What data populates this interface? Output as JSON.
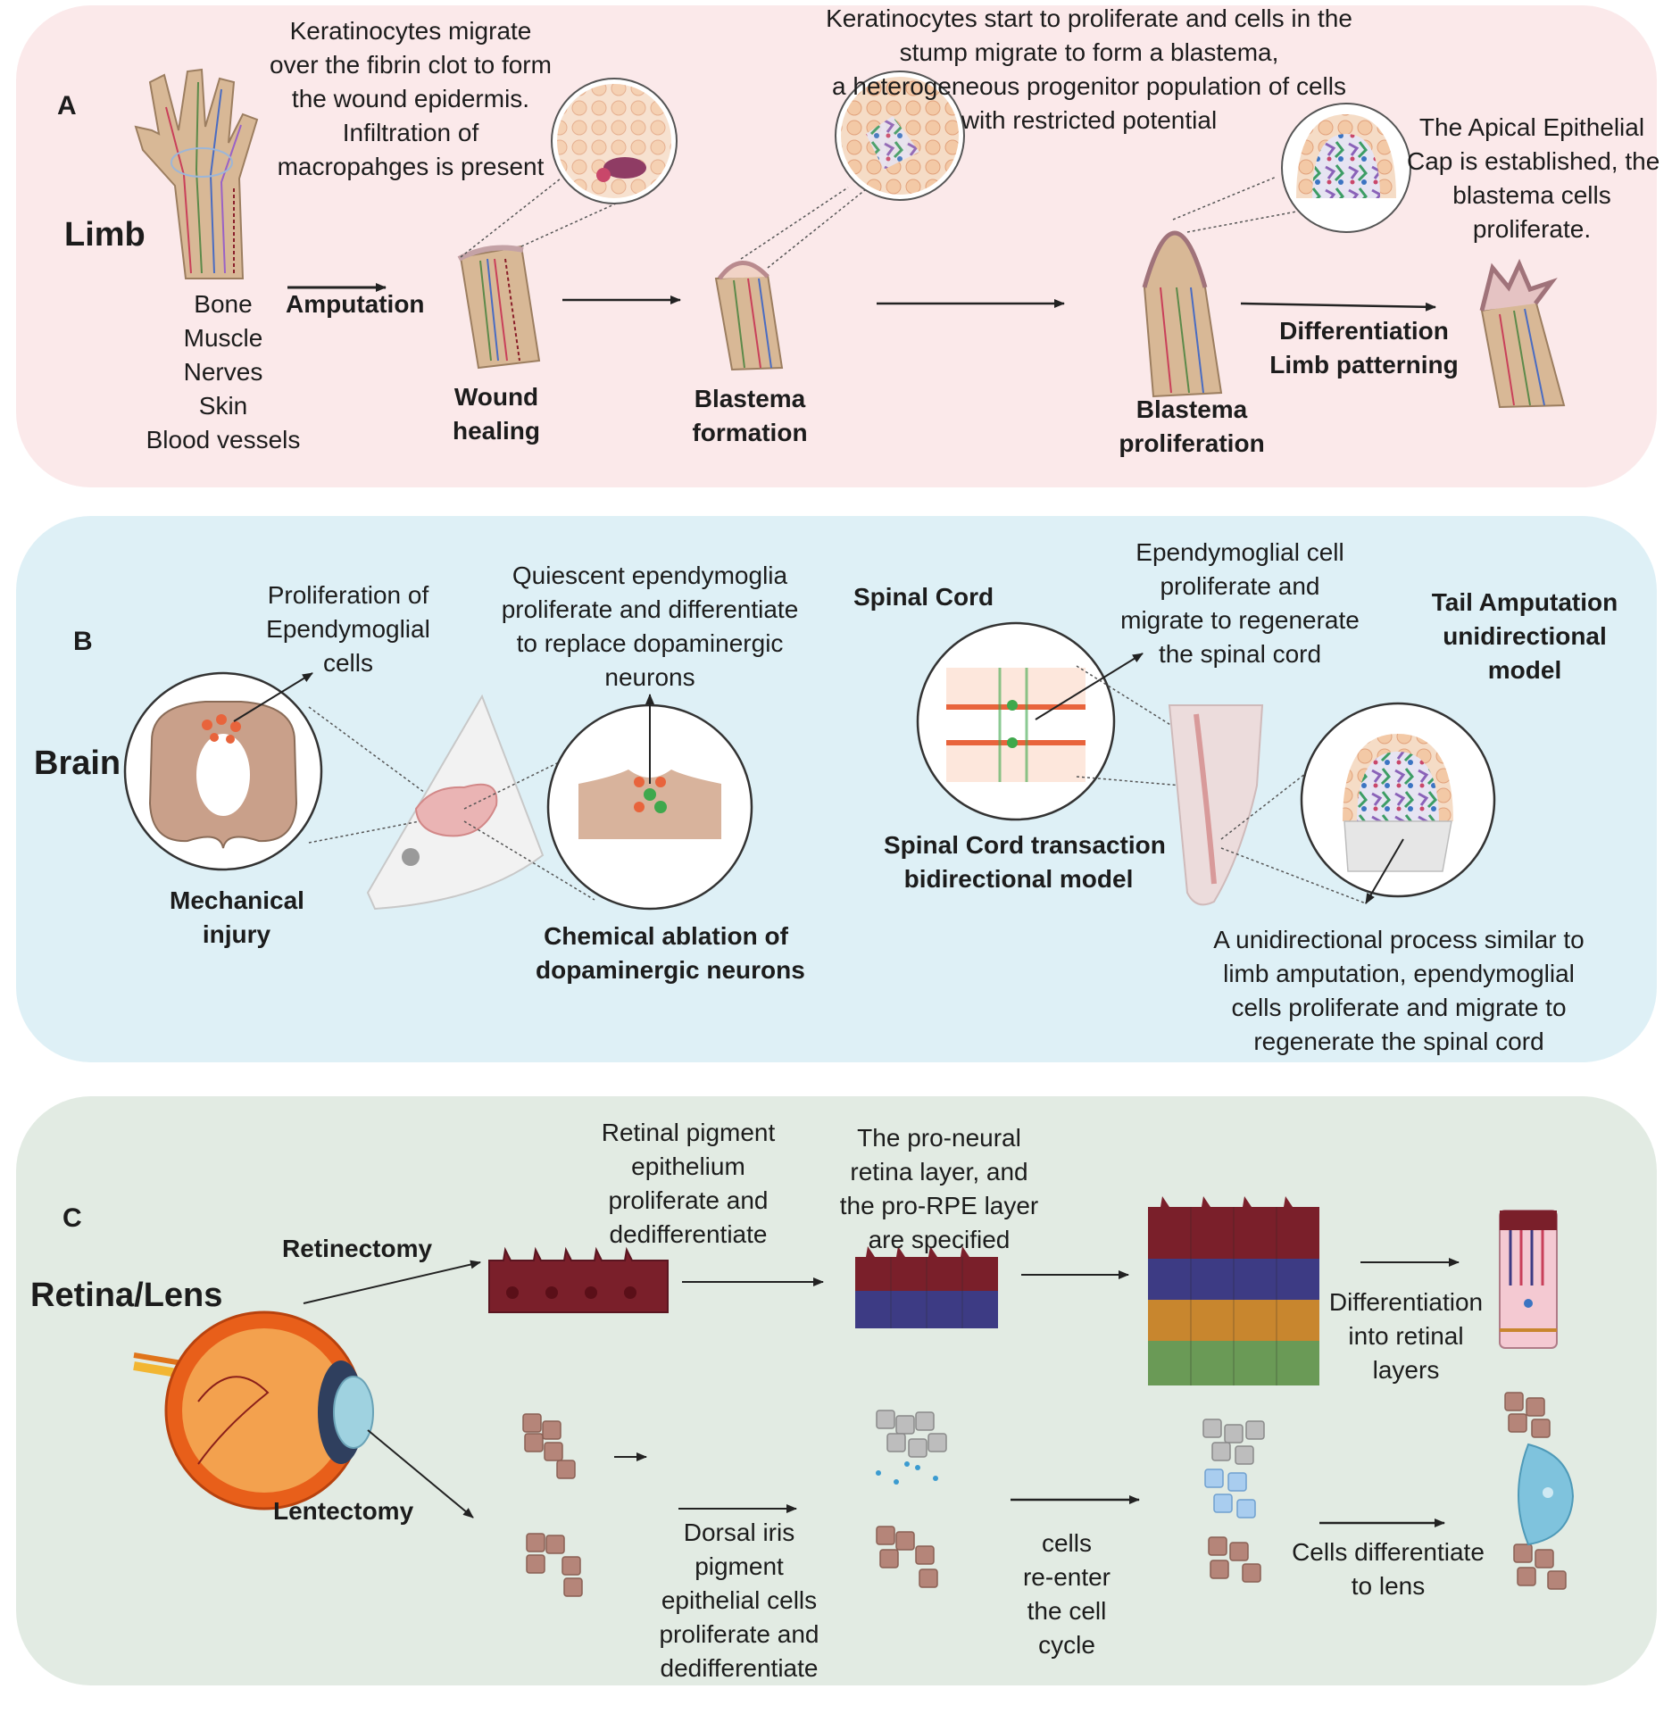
{
  "panel_a": {
    "letter": "A",
    "title": "Limb",
    "tissues": [
      "Bone",
      "Muscle",
      "Nerves",
      "Skin",
      "Blood vessels"
    ],
    "amputation": "Amputation",
    "wound_note": [
      "Keratinocytes migrate",
      "over the fibrin clot to form",
      "the wound epidermis.",
      "Infiltration of",
      "macropahges is present"
    ],
    "blastema_note": [
      "Keratinocytes start to proliferate and cells in the",
      "stump migrate to form a blastema,",
      "a heterogeneous progenitor population of cells",
      "with restricted potential"
    ],
    "aec_note": [
      "The Apical Epithelial",
      "Cap is established, the",
      "blastema cells",
      "proliferate."
    ],
    "stage_wound": [
      "Wound",
      "healing"
    ],
    "stage_formation": [
      "Blastema",
      "formation"
    ],
    "stage_proliferation": [
      "Blastema",
      "proliferation"
    ],
    "stage_differentiation": [
      "Differentiation",
      "Limb patterning"
    ]
  },
  "panel_b": {
    "letter": "B",
    "title": "Brain",
    "prolif_note": [
      "Proliferation of",
      "Ependymoglial",
      "cells"
    ],
    "quiescent_note": [
      "Quiescent ependymoglia",
      "proliferate and differentiate",
      "to replace dopaminergic",
      "neurons"
    ],
    "mechanical": [
      "Mechanical",
      "injury"
    ],
    "chemical": [
      "Chemical ablation of",
      "dopaminergic neurons"
    ],
    "spinal_cord": "Spinal Cord",
    "ependymoglial_note": [
      "Ependymoglial cell",
      "proliferate and",
      "migrate to regenerate",
      "the spinal cord"
    ],
    "tail_model": [
      "Tail Amputation",
      "unidirectional",
      "model"
    ],
    "transaction_model": [
      "Spinal Cord transaction",
      "bidirectional model"
    ],
    "unidirectional_note": [
      "A unidirectional process similar to",
      "limb amputation, ependymoglial",
      "cells proliferate and migrate to",
      "regenerate the spinal cord"
    ]
  },
  "panel_c": {
    "letter": "C",
    "title": "Retina/Lens",
    "retinectomy": "Retinectomy",
    "lentectomy": "Lentectomy",
    "rpe_note": [
      "Retinal pigment",
      "epithelium",
      "proliferate and",
      "dedifferentiate"
    ],
    "proneural_note": [
      "The pro-neural",
      "retina layer, and",
      "the pro-RPE layer",
      "are specified"
    ],
    "retinal_diff": [
      "Differentiation",
      "into retinal",
      "layers"
    ],
    "dorsal_note": [
      "Dorsal iris",
      "pigment",
      "epithelial cells",
      "proliferate and",
      "dedifferentiate"
    ],
    "reenter_note": [
      "cells",
      "re-enter",
      "the cell",
      "cycle"
    ],
    "lens_note": [
      "Cells differentiate",
      "to lens"
    ]
  },
  "colors": {
    "panel_a_bg": "#fbe9ea",
    "panel_b_bg": "#def0f6",
    "panel_c_bg": "#e2ebe3",
    "skin": "#d8b896",
    "rpe": "#7a1f2a",
    "neural": "#3d3b84",
    "cell": "#b58579"
  }
}
